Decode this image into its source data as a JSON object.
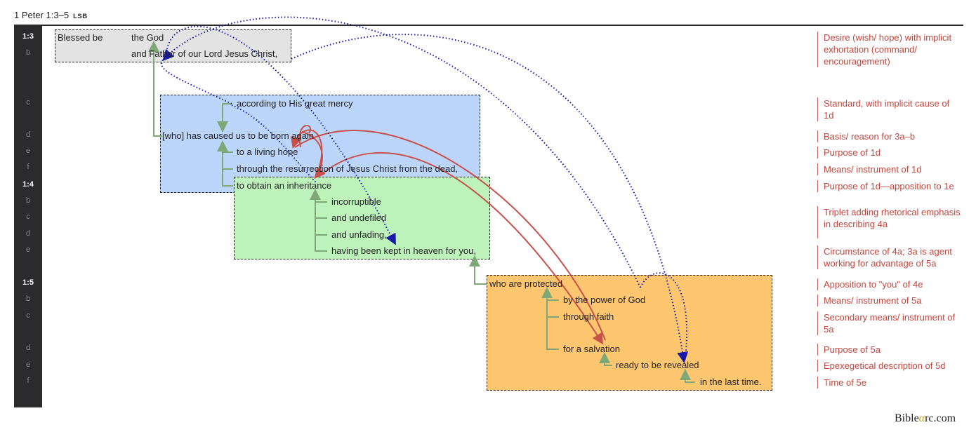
{
  "header": {
    "reference": "1 Peter 1:3–5",
    "version": "LSB"
  },
  "gutter_labels": [
    {
      "id": "3a",
      "label": "1:3",
      "verse": true
    },
    {
      "id": "3b",
      "label": "b",
      "verse": false
    },
    {
      "id": "3c",
      "label": "c",
      "verse": false
    },
    {
      "id": "3d",
      "label": "d",
      "verse": false
    },
    {
      "id": "3e",
      "label": "e",
      "verse": false
    },
    {
      "id": "3f",
      "label": "f",
      "verse": false
    },
    {
      "id": "4a",
      "label": "1:4",
      "verse": true
    },
    {
      "id": "4b",
      "label": "b",
      "verse": false
    },
    {
      "id": "4c",
      "label": "c",
      "verse": false
    },
    {
      "id": "4d",
      "label": "d",
      "verse": false
    },
    {
      "id": "4e",
      "label": "e",
      "verse": false
    },
    {
      "id": "5a",
      "label": "1:5",
      "verse": true
    },
    {
      "id": "5b",
      "label": "b",
      "verse": false
    },
    {
      "id": "5c",
      "label": "c",
      "verse": false
    },
    {
      "id": "5d",
      "label": "d",
      "verse": false
    },
    {
      "id": "5e",
      "label": "e",
      "verse": false
    },
    {
      "id": "5f",
      "label": "f",
      "verse": false
    }
  ],
  "phrases": {
    "p3a_lead": "Blessed be",
    "p3a": "the God",
    "p3b": "and Father of our Lord Jesus Christ,",
    "p3c": "according to His great mercy",
    "p3d": "[who] has caused us to be born again",
    "p3e": "to a living hope",
    "p3f": "through the resurrection of Jesus Christ from the dead,",
    "p4a": "to obtain an inheritance",
    "p4b": "incorruptible",
    "p4c": "and undefiled",
    "p4d": "and unfading,",
    "p4e": "having been kept in heaven for you,",
    "p5a": "who are protected",
    "p5b": "by the power of God",
    "p5c": "through faith",
    "p5d": "for a salvation",
    "p5e": "ready to be revealed",
    "p5f": "in the last time."
  },
  "groups": [
    {
      "name": "group-3a-3b",
      "color": "#e3e3e3"
    },
    {
      "name": "group-3c-3f",
      "color": "#bcd5fb"
    },
    {
      "name": "group-4a-4e",
      "color": "#bdf2bb"
    },
    {
      "name": "group-5a-5f",
      "color": "#fec66f"
    }
  ],
  "notes": [
    "Desire (wish/ hope) with implicit exhortation (command/ encouragement)",
    "Standard, with implicit cause of 1d",
    "Basis/ reason for 3a–b",
    "Purpose of 1d",
    "Means/ instrument of 1d",
    "Purpose of 1d—apposition to 1e",
    "Triplet adding rhetorical emphasis in describing 4a",
    "Circumstance of 4a; 3a is agent working for advantage of 5a",
    "Apposition to \"you\" of 4e",
    "Means/ instrument of 5a",
    "Secondary means/ instrument of 5a",
    "Purpose of 5a",
    "Epexegetical description of 5d",
    "Time of 5e"
  ],
  "colors": {
    "gutter": "#2b2b2e",
    "connector": "#7fa878",
    "red_arc": "#c8504a",
    "blue_arc": "#1a1aa8",
    "note_text": "#c2463e"
  },
  "brand": {
    "prefix": "Bible",
    "alpha": "α",
    "suffix": "rc.com"
  }
}
